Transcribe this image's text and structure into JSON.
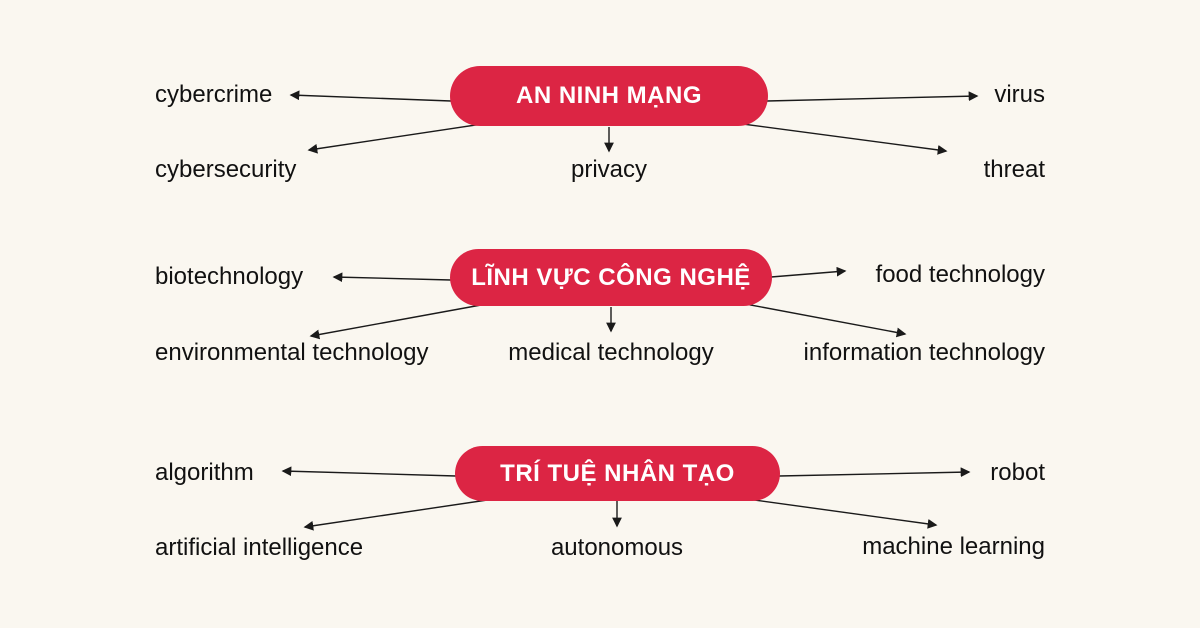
{
  "page": {
    "background_color": "#FAF7F0",
    "node_color": "#DC2544",
    "node_text_color": "#FFFFFF",
    "term_text_color": "#111111",
    "arrow_color": "#1A1A1A"
  },
  "clusters": [
    {
      "title": "AN NINH MẠNG",
      "terms": [
        "cybercrime",
        "virus",
        "cybersecurity",
        "privacy",
        "threat"
      ]
    },
    {
      "title": "LĨNH VỰC CÔNG NGHỆ",
      "terms": [
        "biotechnology",
        "food technology",
        "environmental technology",
        "medical technology",
        "information technology"
      ]
    },
    {
      "title": "TRÍ TUỆ NHÂN TẠO",
      "terms": [
        "algorithm",
        "robot",
        "artificial intelligence",
        "autonomous",
        "machine learning"
      ]
    }
  ]
}
